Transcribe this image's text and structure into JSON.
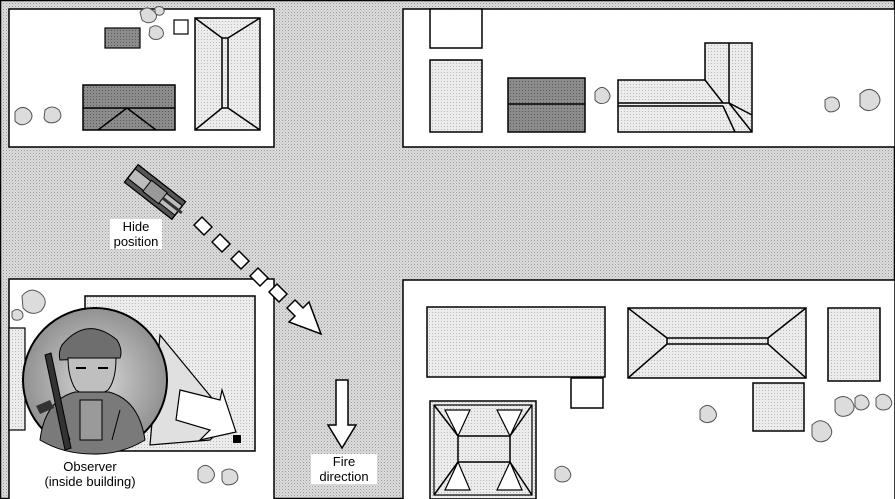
{
  "labels": {
    "hide_position": [
      "Hide",
      "position"
    ],
    "fire_direction": [
      "Fire",
      "direction"
    ],
    "observer": [
      "Observer",
      "(inside building)"
    ]
  },
  "colors": {
    "street": "#d6d6d6",
    "building_light": "#e6e6e6",
    "building_dark": "#8f8f8f",
    "ink": "#000000",
    "observer_inset": "#cfcfcf"
  },
  "icons": [
    "tank-icon",
    "soldier-observer-icon",
    "rubble-icon",
    "observer-position-marker"
  ]
}
